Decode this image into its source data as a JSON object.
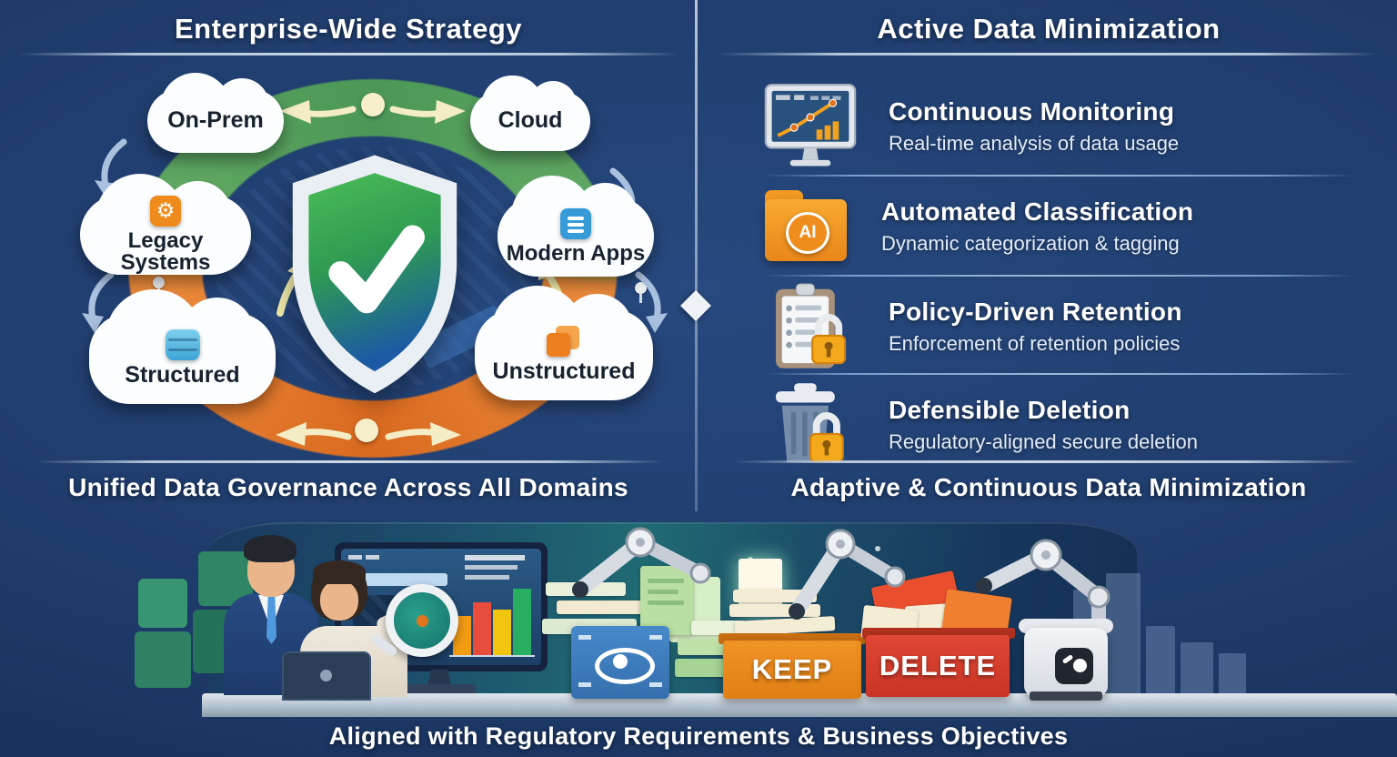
{
  "left_panel": {
    "title": "Enterprise-Wide Strategy",
    "caption": "Unified Data Governance Across All Domains",
    "ring": {
      "top_color": "#55a05c",
      "bottom_color": "#df7428"
    },
    "nodes": [
      {
        "label": "On-Prem"
      },
      {
        "label": "Cloud"
      },
      {
        "label": "Legacy Systems",
        "icon": "gear-icon"
      },
      {
        "label": "Modern Apps",
        "icon": "app-list-icon"
      },
      {
        "label": "Structured",
        "icon": "database-icon"
      },
      {
        "label": "Unstructured",
        "icon": "folder-copy-icon"
      }
    ],
    "center_icon": "shield-check-icon"
  },
  "right_panel": {
    "title": "Active Data Minimization",
    "caption": "Adaptive & Continuous Data Minimization",
    "items": [
      {
        "icon": "monitor-chart-icon",
        "title": "Continuous Monitoring",
        "subtitle": "Real-time analysis of data usage"
      },
      {
        "icon": "ai-folder-icon",
        "icon_label": "AI",
        "title": "Automated Classification",
        "subtitle": "Dynamic categorization & tagging"
      },
      {
        "icon": "clipboard-lock-icon",
        "title": "Policy-Driven Retention",
        "subtitle": "Enforcement of retention policies"
      },
      {
        "icon": "trash-lock-icon",
        "title": "Defensible Deletion",
        "subtitle": "Regulatory-aligned secure deletion"
      }
    ]
  },
  "bottom": {
    "caption": "Aligned with Regulatory Requirements & Business Objectives",
    "keep_label": "KEEP",
    "delete_label": "DELETE"
  },
  "colors": {
    "background": "#1e3b6a",
    "keep_box": "#e8891f",
    "delete_box": "#d6402f",
    "shield_green": "#3fae4e",
    "shield_blue": "#1e5aa8",
    "ring_green": "#55a05c",
    "ring_orange": "#df7428",
    "accent_cream": "#f3ecc5"
  }
}
